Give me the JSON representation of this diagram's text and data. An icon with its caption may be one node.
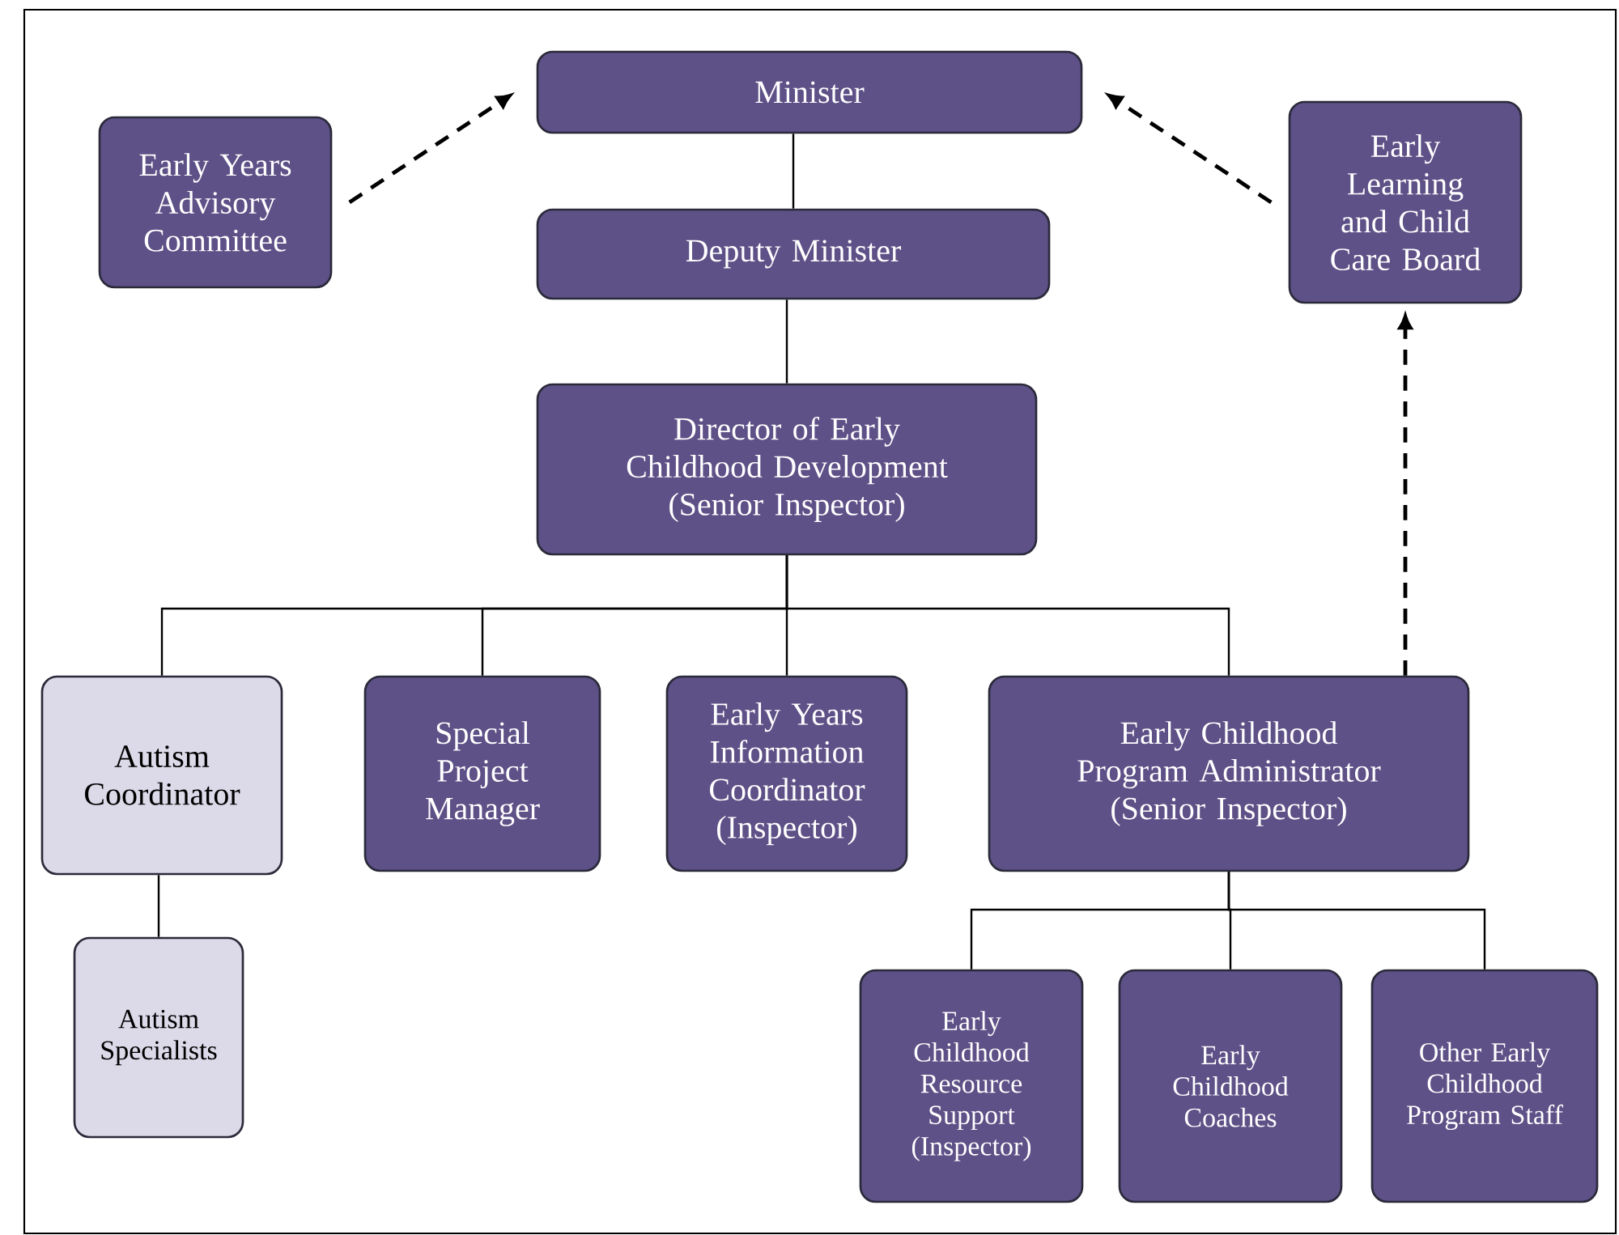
{
  "diagram": {
    "nodes": [
      {
        "text": [
          "Minister"
        ]
      },
      {
        "text": [
          "Early Years Advisory Committee"
        ]
      },
      {
        "text": [
          "Early Learning and Child Care Board"
        ]
      },
      {
        "text": [
          "Deputy Minister"
        ]
      },
      {
        "text": [
          "Director of Early Childhood Development",
          "(Senior Inspector)"
        ]
      },
      {
        "text": [
          "Autism Coordinator"
        ]
      },
      {
        "text": [
          "Special Project Manager"
        ]
      },
      {
        "text": [
          "Early Years Information Coordinator",
          "(Inspector)"
        ]
      },
      {
        "text": [
          "Early Childhood Program Administrator",
          "(Senior Inspector)"
        ]
      },
      {
        "text": [
          "Autism Specialists"
        ]
      },
      {
        "text": [
          "Early Childhood Resource Support",
          "(Inspector)"
        ]
      },
      {
        "text": [
          "Early Childhood Coaches"
        ]
      },
      {
        "text": [
          "Other Early Childhood Program Staff"
        ]
      }
    ],
    "edges": [
      {
        "from": 1,
        "to": 0,
        "arrow": "to",
        "style": "dashed"
      },
      {
        "from": 2,
        "to": 0,
        "arrow": "to",
        "style": "dashed"
      },
      {
        "from": 8,
        "to": 2,
        "arrow": "to",
        "style": "dashed"
      },
      {
        "from": 0,
        "to": 3,
        "arrow": "none"
      },
      {
        "from": 3,
        "to": 4,
        "arrow": "none"
      },
      {
        "from": 4,
        "to": 5,
        "arrow": "none"
      },
      {
        "from": 4,
        "to": 6,
        "arrow": "none"
      },
      {
        "from": 4,
        "to": 7,
        "arrow": "none"
      },
      {
        "from": 4,
        "to": 8,
        "arrow": "none"
      },
      {
        "from": 5,
        "to": 9,
        "arrow": "none"
      },
      {
        "from": 8,
        "to": 10,
        "arrow": "none"
      },
      {
        "from": 8,
        "to": 11,
        "arrow": "none"
      },
      {
        "from": 8,
        "to": 12,
        "arrow": "none"
      }
    ]
  }
}
